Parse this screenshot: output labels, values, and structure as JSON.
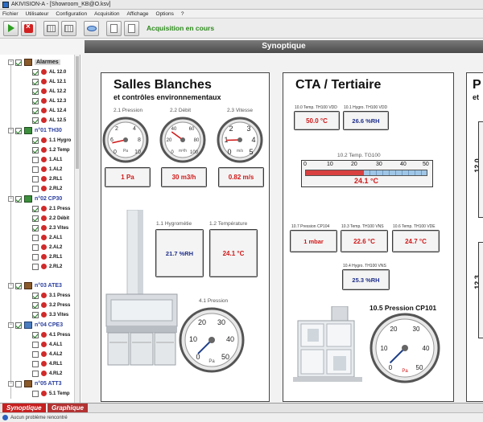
{
  "window": {
    "title": "AKIVISION-A - [Showroom_KB@O.ksv]"
  },
  "menu": [
    "Fichier",
    "Utilisateur",
    "Configuration",
    "Acquisition",
    "Affichage",
    "Options",
    "?"
  ],
  "toolbar": {
    "status": "Acquisition en cours"
  },
  "header": {
    "title": "Synoptique"
  },
  "sidebar": {
    "root": "Alarmes",
    "alarms": [
      "AL 12.0",
      "AL 12.1",
      "AL 12.2",
      "AL 12.3",
      "AL 12.4",
      "AL 12.5"
    ],
    "devices": [
      {
        "label": "n°01 TH30",
        "items": [
          "1.1 Hygro",
          "1.2 Temp",
          "1.AL1",
          "1.AL2",
          "2.RL1",
          "2.RL2"
        ]
      },
      {
        "label": "n°02 CP30",
        "items": [
          "2.1 Press",
          "2.2 Débit",
          "2.3 Vites",
          "2.AL1",
          "2.AL2",
          "2.RL1",
          "2.RL2"
        ]
      },
      {
        "label": "n°03 ATE3",
        "items": [
          "3.1 Press",
          "3.2 Press",
          "3.3 Vites"
        ]
      },
      {
        "label": "n°04 CPE3",
        "items": [
          "4.1 Press",
          "4.AL1",
          "4.AL2",
          "4.RL1",
          "4.RL2"
        ]
      },
      {
        "label": "n°05 ATT3",
        "items": [
          "5.1 Temp"
        ]
      }
    ]
  },
  "panel1": {
    "title": "Salles Blanches",
    "subtitle": "et contrôles environnementaux",
    "gauges": [
      {
        "label": "2.1 Pression",
        "value": "1 Pa",
        "ticks": [
          "2",
          "4",
          "6",
          "8",
          "0",
          "10"
        ],
        "unit": "Pa",
        "level": 0.12
      },
      {
        "label": "2.2 Débit",
        "value": "30 m3/h",
        "ticks": [
          "40",
          "60",
          "20",
          "80",
          "0",
          "100"
        ],
        "unit": "m³/h",
        "level": 0.3
      },
      {
        "label": "2.3 Vitesse",
        "value": "0.82 m/s",
        "ticks": [
          "2",
          "3",
          "1",
          "4",
          "0",
          "5"
        ],
        "unit": "m/s",
        "level": 0.16
      }
    ],
    "hygro": {
      "label": "1.1 Hygrométie",
      "value": "21.7 %RH"
    },
    "temp": {
      "label": "1.2 Température",
      "value": "24.1 °C"
    },
    "big_gauge": {
      "label": "4.1 Pression",
      "ticks": [
        "20",
        "30",
        "10",
        "40",
        "0",
        "50"
      ],
      "unit": "Pa",
      "level": 0.0
    }
  },
  "panel2": {
    "title": "CTA / Tertiaire",
    "temp_vdd": {
      "label": "10.0 Temp. TH100 VDD",
      "value": "50.0 °C"
    },
    "hygro_vdd": {
      "label": "10.1 Hygro. TH100 VDD",
      "value": "26.6 %RH"
    },
    "tg100": {
      "label": "10.2 Temp. TG100",
      "value": "24.1 °C",
      "ticks": [
        "0",
        "10",
        "20",
        "30",
        "40",
        "50"
      ],
      "level": 0.482
    },
    "pression_cp104": {
      "label": "10.7 Pression CP104",
      "value": "1 mbar"
    },
    "temp_vns": {
      "label": "10.3 Temp. TH100 VNS",
      "value": "22.6 °C"
    },
    "temp_vde": {
      "label": "10.6 Temp. TH100 VDE",
      "value": "24.7 °C"
    },
    "hygro_vns": {
      "label": "10.4 Hygro. TH100 VNS",
      "value": "25.3 %RH"
    },
    "cp101": {
      "label": "10.5 Pression CP101",
      "ticks": [
        "20",
        "30",
        "10",
        "40",
        "0",
        "50"
      ],
      "unit": "Pa",
      "level": 0.0
    }
  },
  "panel3": {
    "title_fragment": "P",
    "sub_fragment": "et",
    "label_a": "12.0",
    "label_b": "12.3"
  },
  "tabs": {
    "synoptique": "Synoptique",
    "graphique": "Graphique"
  },
  "status": {
    "text": "Aucun problème rencontré"
  },
  "colors": {
    "value_red": "#d11818",
    "value_blue": "#1f2f8a",
    "header_bar": "#5a5a5a",
    "accent_green": "#2e8b1e"
  }
}
